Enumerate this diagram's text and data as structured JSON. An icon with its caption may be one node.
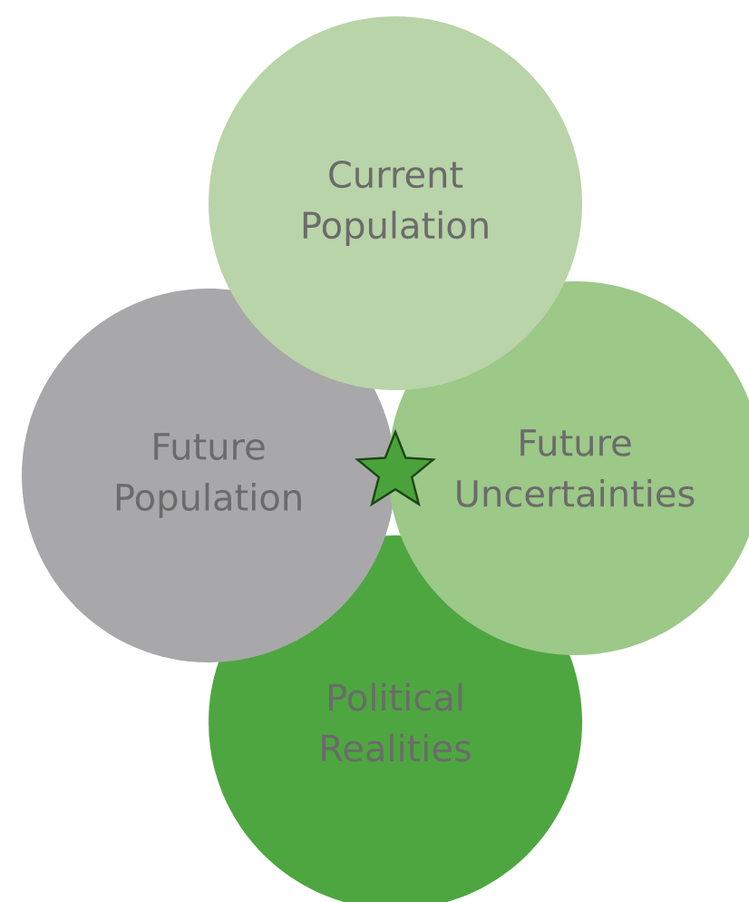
{
  "diagram": {
    "nodes": [
      {
        "text": [
          "Political Realities"
        ]
      },
      {
        "text": [
          "Future Population"
        ]
      },
      {
        "text": [
          "Future Uncertainties"
        ]
      },
      {
        "text": [
          "Current Population"
        ]
      },
      {
        "text": [],
        "shape": "star"
      }
    ]
  }
}
